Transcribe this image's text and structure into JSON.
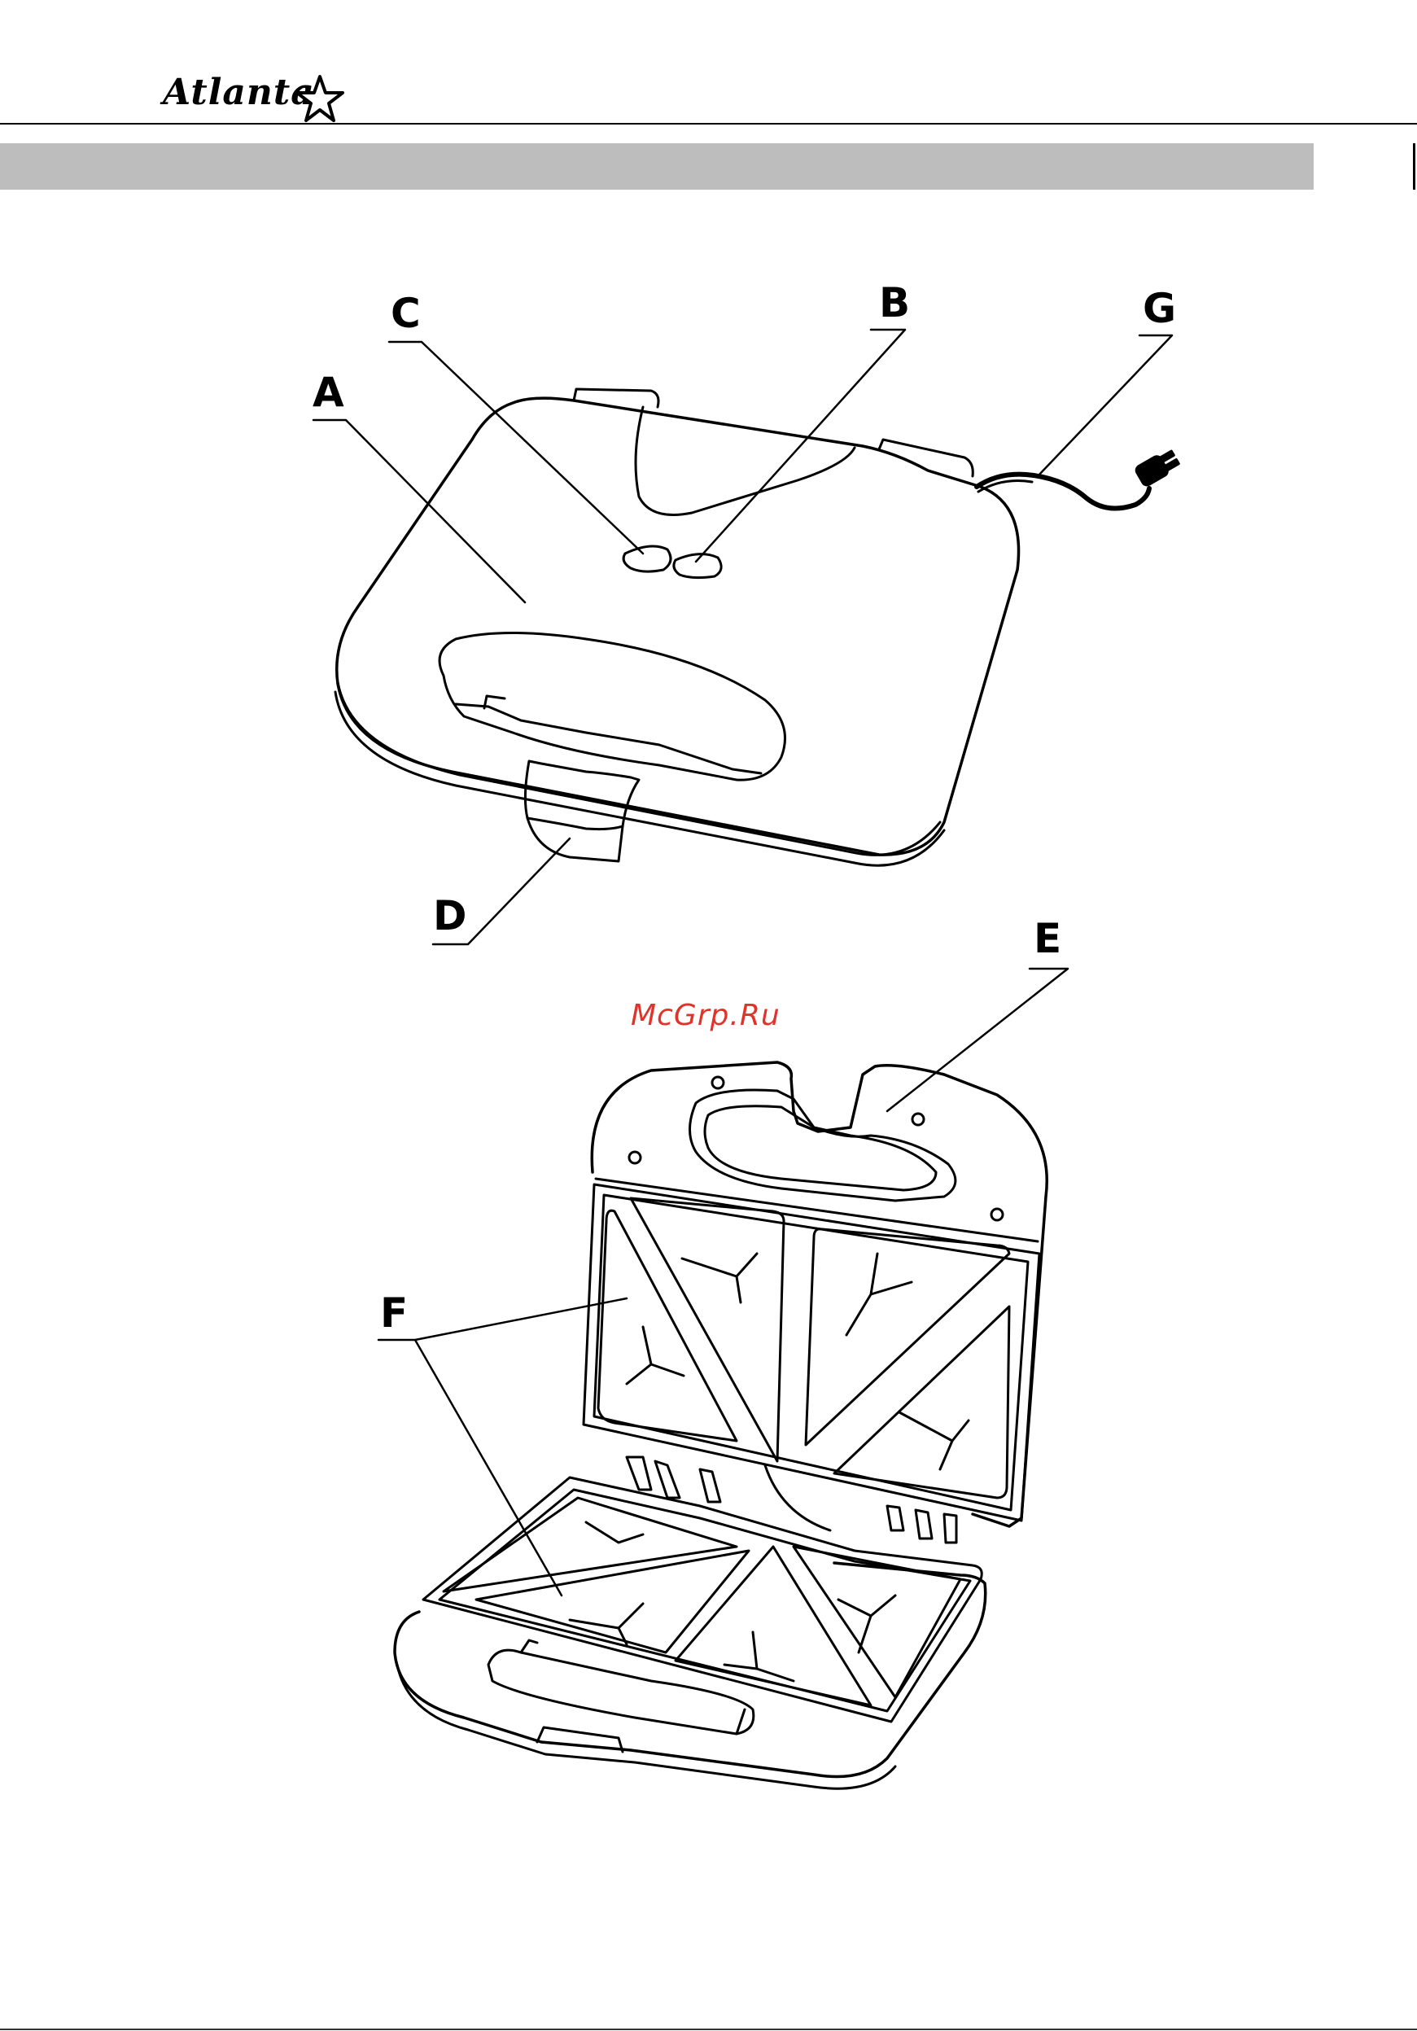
{
  "brand": {
    "name": "Atlanta"
  },
  "watermark": "McGrp.Ru",
  "callouts": {
    "A": "A",
    "B": "B",
    "C": "C",
    "D": "D",
    "E": "E",
    "F": "F",
    "G": "G"
  },
  "colors": {
    "band": "#bdbdbd",
    "line": "#000000",
    "watermark": "#e0332c"
  },
  "icons": [
    "brand-star-icon",
    "power-plug-icon"
  ]
}
